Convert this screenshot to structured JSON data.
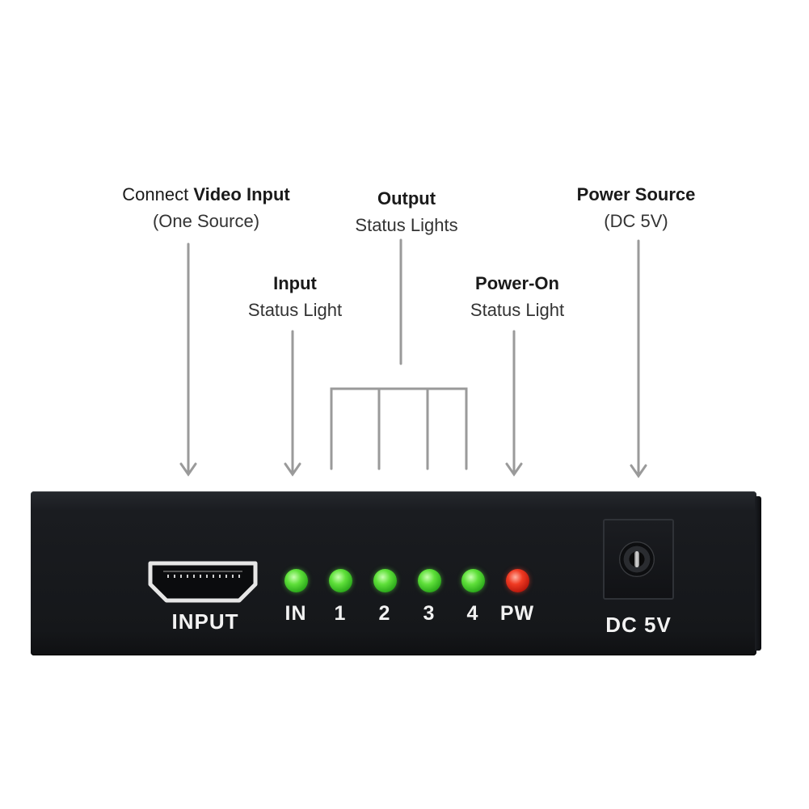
{
  "labels": {
    "video_input": {
      "prefix": "Connect ",
      "bold": "Video Input",
      "line2": "(One Source)"
    },
    "output": {
      "bold": "Output",
      "line2": "Status Lights"
    },
    "power_source": {
      "bold": "Power Source",
      "line2": "(DC 5V)"
    },
    "input": {
      "bold": "Input",
      "line2": "Status Light"
    },
    "power_on": {
      "bold": "Power-On",
      "line2": "Status Light"
    }
  },
  "device": {
    "input_port_label": "INPUT",
    "dc_label": "DC 5V",
    "leds": [
      {
        "label": "IN",
        "color": "green"
      },
      {
        "label": "1",
        "color": "green"
      },
      {
        "label": "2",
        "color": "green"
      },
      {
        "label": "3",
        "color": "green"
      },
      {
        "label": "4",
        "color": "green"
      },
      {
        "label": "PW",
        "color": "red"
      }
    ]
  },
  "colors": {
    "arrow": "#9a9a9a",
    "device_body": "#17191c",
    "led_green": "#4fd030",
    "led_red": "#e8301c"
  }
}
